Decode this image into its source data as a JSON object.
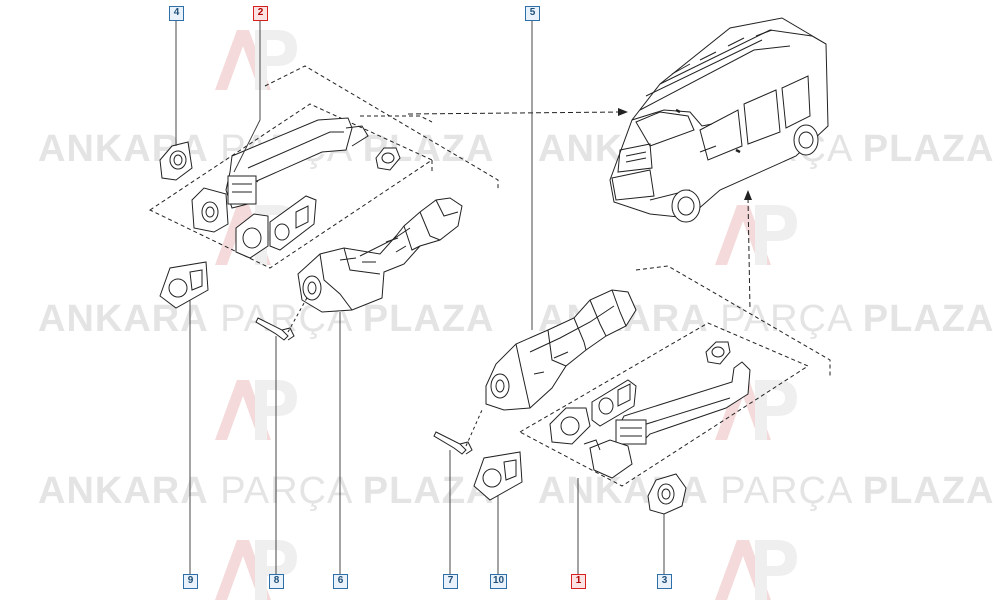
{
  "watermark": {
    "word1": "ANKARA",
    "word2": "PARÇA",
    "word3": "PLAZA",
    "logo_letters": "AP",
    "color": "#e4e4e4",
    "logo_color": "#f3d6d6"
  },
  "callouts": [
    {
      "id": "4",
      "highlighted": false
    },
    {
      "id": "2",
      "highlighted": true
    },
    {
      "id": "5",
      "highlighted": false
    },
    {
      "id": "9",
      "highlighted": false
    },
    {
      "id": "8",
      "highlighted": false
    },
    {
      "id": "6",
      "highlighted": false
    },
    {
      "id": "7",
      "highlighted": false
    },
    {
      "id": "10",
      "highlighted": false
    },
    {
      "id": "1",
      "highlighted": true
    },
    {
      "id": "3",
      "highlighted": false
    }
  ],
  "colors": {
    "callout_border": "#2f6fa8",
    "callout_highlight_border": "#d62020",
    "line": "#222222"
  }
}
